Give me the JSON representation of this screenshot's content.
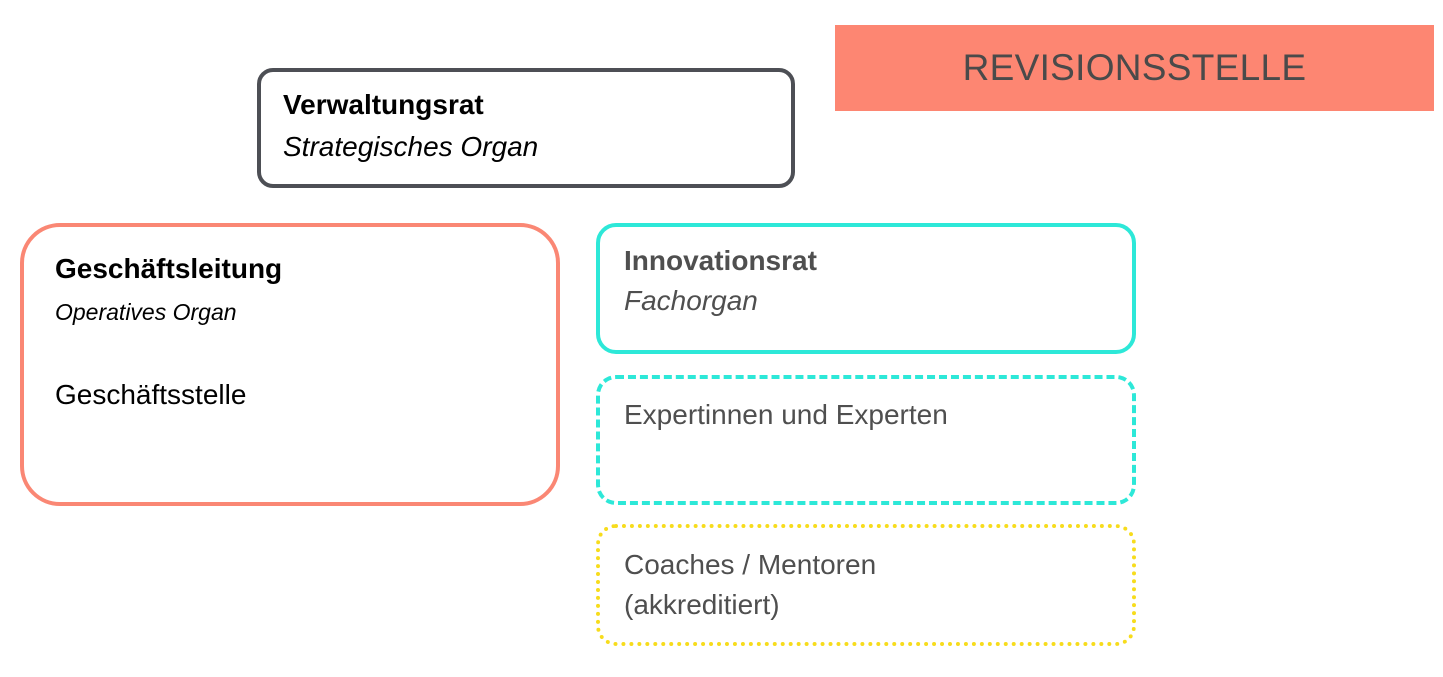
{
  "revisionsstelle": {
    "label": "REVISIONSSTELLE",
    "color": "#fd8672"
  },
  "verwaltungsrat": {
    "title": "Verwaltungsrat",
    "subtitle": "Strategisches Organ",
    "border_color": "#4d4f55"
  },
  "geschaeftsleitung": {
    "title": "Geschäftsleitung",
    "subtitle": "Operatives Organ",
    "sub_unit": "Geschäftsstelle",
    "border_color": "#fa8774"
  },
  "innovationsrat": {
    "title": "Innovationsrat",
    "subtitle": "Fachorgan",
    "border_color": "#2de8d8"
  },
  "experten": {
    "label": "Expertinnen und Experten",
    "border_color": "#2de8d8",
    "border_style": "dashed"
  },
  "coaches": {
    "line1": "Coaches / Mentoren",
    "line2": "(akkreditiert)",
    "border_color": "#f7dc1c",
    "border_style": "dotted"
  }
}
